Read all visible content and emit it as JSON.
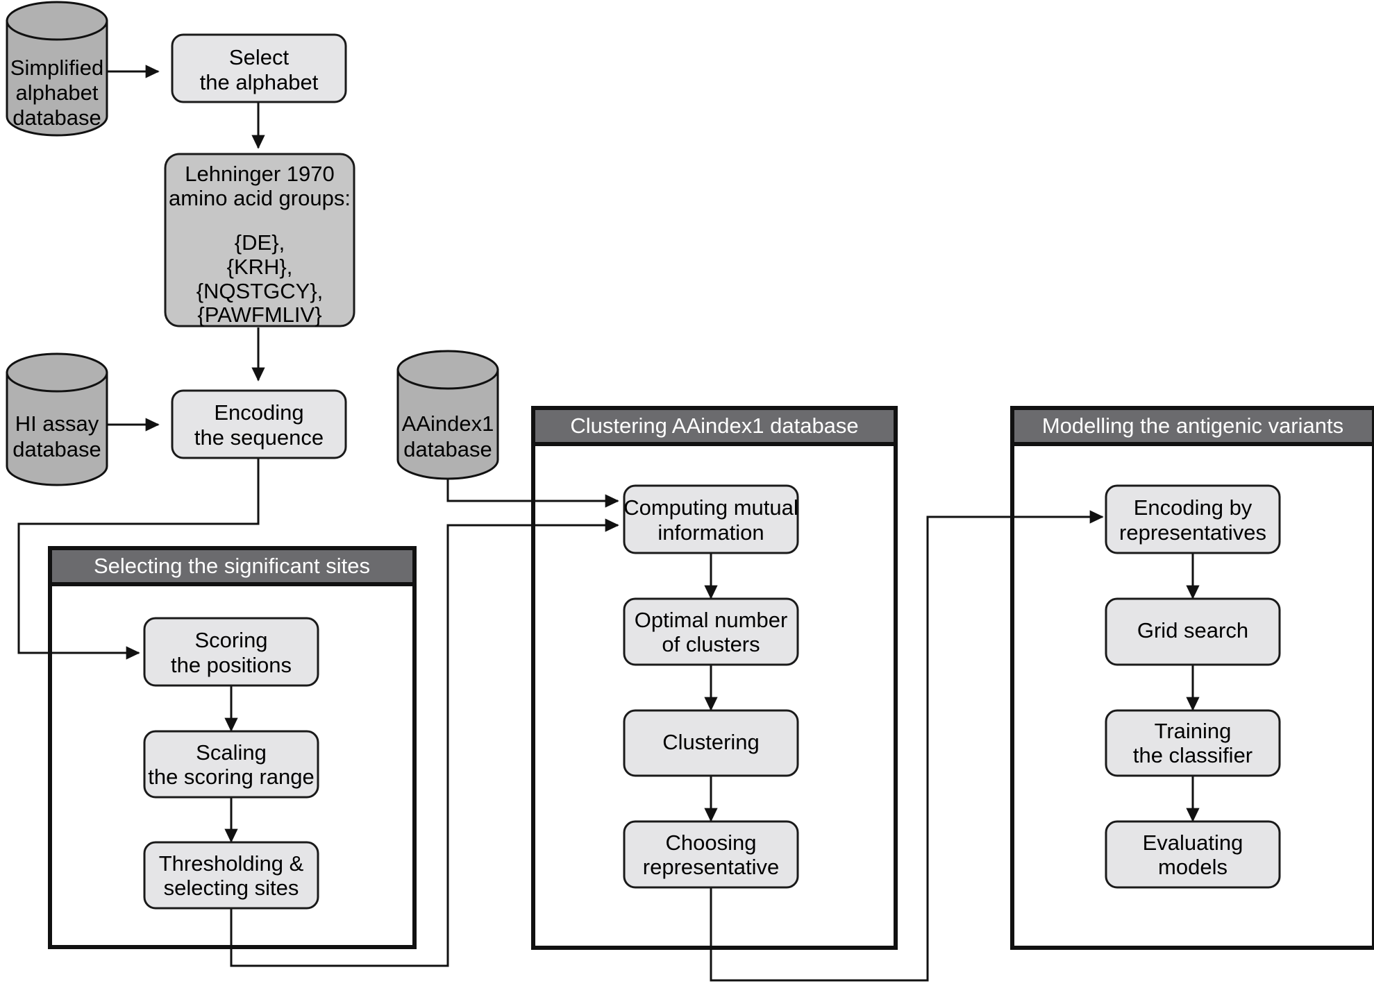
{
  "diagram": {
    "title": "Antigenic variant modelling pipeline flowchart",
    "colors": {
      "panel_header_bg": "#6b6b6e",
      "panel_header_text": "#ffffff",
      "process_box_fill": "#e5e5e7",
      "database_fill": "#b1b1b1",
      "group_box_fill": "#c6c6c6",
      "stroke": "#111111",
      "background": "#ffffff"
    },
    "databases": [
      {
        "id": "simplified-alphabet-database",
        "lines": [
          "Simplified",
          "alphabet",
          "database"
        ]
      },
      {
        "id": "hi-assay-database",
        "lines": [
          "HI assay",
          "database"
        ]
      },
      {
        "id": "aaindex1-database",
        "lines": [
          "AAindex1",
          "database"
        ]
      }
    ],
    "top_flow": [
      {
        "id": "select-the-alphabet",
        "lines": [
          "Select",
          "the alphabet"
        ]
      },
      {
        "id": "lehninger-groups",
        "lines": [
          "Lehninger 1970",
          "amino acid groups:",
          "",
          "{DE},",
          "{KRH},",
          "{NQSTGCY},",
          "{PAWFMLIV}"
        ]
      },
      {
        "id": "encoding-the-sequence",
        "lines": [
          "Encoding",
          "the sequence"
        ]
      }
    ],
    "panels": [
      {
        "id": "selecting-the-significant-sites",
        "title": "Selecting the significant sites",
        "steps": [
          {
            "id": "scoring-the-positions",
            "lines": [
              "Scoring",
              "the positions"
            ]
          },
          {
            "id": "scaling-the-scoring-range",
            "lines": [
              "Scaling",
              "the scoring range"
            ]
          },
          {
            "id": "thresholding-selecting-sites",
            "lines": [
              "Thresholding &",
              "selecting sites"
            ]
          }
        ]
      },
      {
        "id": "clustering-aaindex1-database",
        "title": "Clustering AAindex1 database",
        "steps": [
          {
            "id": "computing-mutual-information",
            "lines": [
              "Computing mutual",
              "information"
            ]
          },
          {
            "id": "optimal-number-of-clusters",
            "lines": [
              "Optimal number",
              "of clusters"
            ]
          },
          {
            "id": "clustering",
            "lines": [
              "Clustering"
            ]
          },
          {
            "id": "choosing-representative",
            "lines": [
              "Choosing",
              "representative"
            ]
          }
        ]
      },
      {
        "id": "modelling-the-antigenic-variants",
        "title": "Modelling the antigenic variants",
        "steps": [
          {
            "id": "encoding-by-representatives",
            "lines": [
              "Encoding by",
              "representatives"
            ]
          },
          {
            "id": "grid-search",
            "lines": [
              "Grid search"
            ]
          },
          {
            "id": "training-the-classifier",
            "lines": [
              "Training",
              "the classifier"
            ]
          },
          {
            "id": "evaluating-models",
            "lines": [
              "Evaluating",
              "models"
            ]
          }
        ]
      }
    ],
    "connections": [
      {
        "id": "conn-alphabetdb-to-select",
        "from": "simplified-alphabet-database",
        "to": "select-the-alphabet"
      },
      {
        "id": "conn-select-to-lehninger",
        "from": "select-the-alphabet",
        "to": "lehninger-groups"
      },
      {
        "id": "conn-lehninger-to-encoding",
        "from": "lehninger-groups",
        "to": "encoding-the-sequence"
      },
      {
        "id": "conn-hidb-to-encoding",
        "from": "hi-assay-database",
        "to": "encoding-the-sequence"
      },
      {
        "id": "conn-encoding-to-scoring",
        "from": "encoding-the-sequence",
        "to": "scoring-the-positions"
      },
      {
        "id": "conn-scoring-to-scaling",
        "from": "scoring-the-positions",
        "to": "scaling-the-scoring-range"
      },
      {
        "id": "conn-scaling-to-thresholding",
        "from": "scaling-the-scoring-range",
        "to": "thresholding-selecting-sites"
      },
      {
        "id": "conn-aaindexdb-to-mutualinfo",
        "from": "aaindex1-database",
        "to": "computing-mutual-information"
      },
      {
        "id": "conn-thresholding-to-mutualinfo",
        "from": "thresholding-selecting-sites",
        "to": "computing-mutual-information"
      },
      {
        "id": "conn-mutualinfo-to-optimal",
        "from": "computing-mutual-information",
        "to": "optimal-number-of-clusters"
      },
      {
        "id": "conn-optimal-to-clustering",
        "from": "optimal-number-of-clusters",
        "to": "clustering"
      },
      {
        "id": "conn-clustering-to-choosing",
        "from": "clustering",
        "to": "choosing-representative"
      },
      {
        "id": "conn-choosing-to-encodingreps",
        "from": "choosing-representative",
        "to": "encoding-by-representatives"
      },
      {
        "id": "conn-encodingreps-to-gridsearch",
        "from": "encoding-by-representatives",
        "to": "grid-search"
      },
      {
        "id": "conn-gridsearch-to-training",
        "from": "grid-search",
        "to": "training-the-classifier"
      },
      {
        "id": "conn-training-to-evaluating",
        "from": "training-the-classifier",
        "to": "evaluating-models"
      }
    ]
  }
}
